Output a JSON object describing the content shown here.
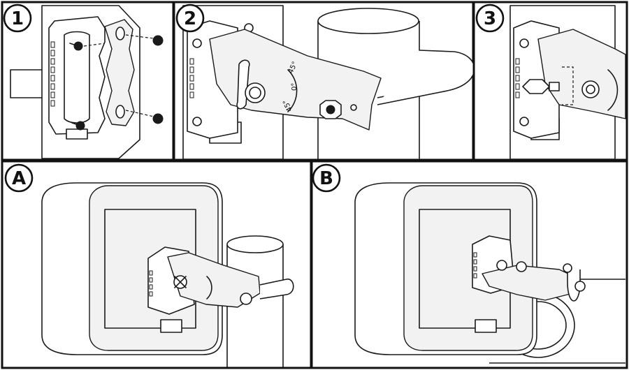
{
  "panels": [
    {
      "id": "1",
      "label": "1"
    },
    {
      "id": "2",
      "label": "2"
    },
    {
      "id": "3",
      "label": "3"
    },
    {
      "id": "A",
      "label": "A"
    },
    {
      "id": "B",
      "label": "B"
    }
  ],
  "angle_scale": {
    "plus": "45°",
    "zero": "0°",
    "minus": "45°"
  },
  "colors": {
    "line": "#1a1a1a",
    "background": "#ffffff",
    "shade": "#f2f2f2"
  }
}
